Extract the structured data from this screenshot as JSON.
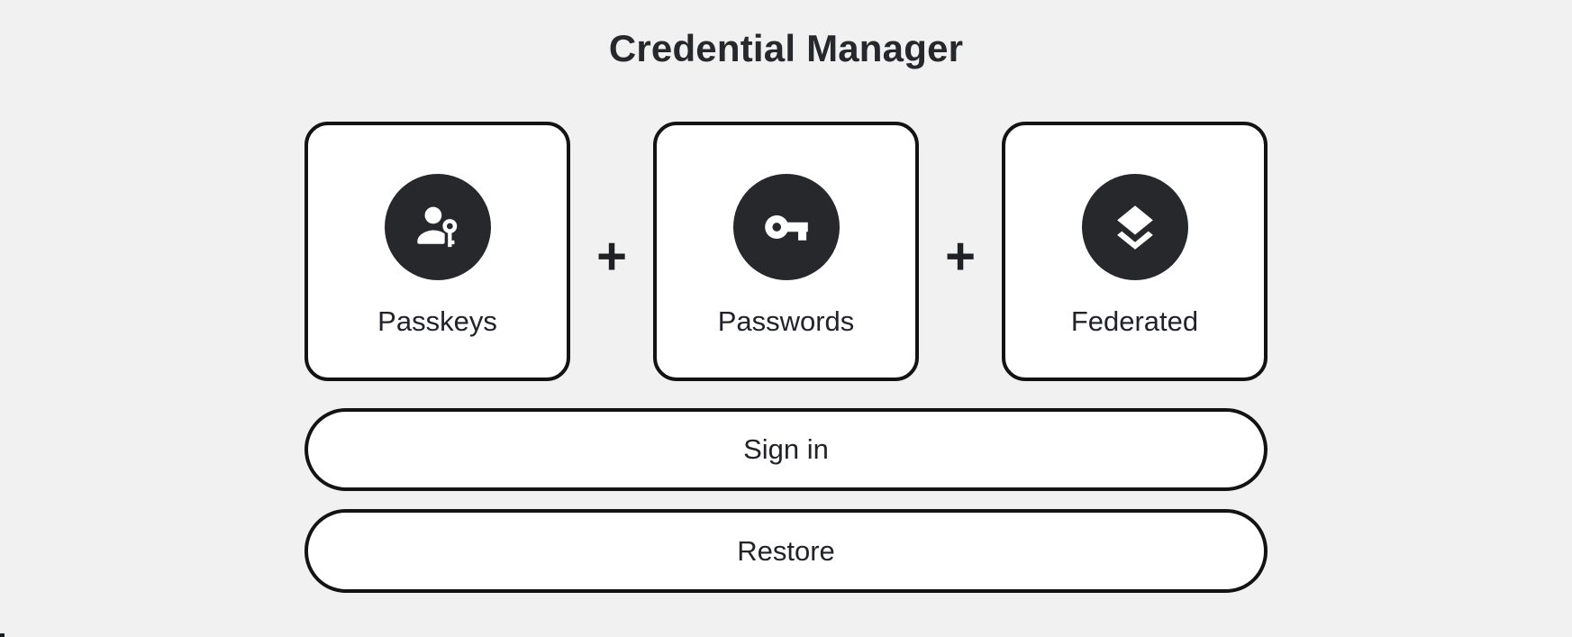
{
  "page": {
    "title": "Credential Manager"
  },
  "cards": [
    {
      "label": "Passkeys",
      "icon": "passkey-icon"
    },
    {
      "label": "Passwords",
      "icon": "key-icon"
    },
    {
      "label": "Federated",
      "icon": "layers-icon"
    }
  ],
  "separator": "+",
  "buttons": [
    {
      "label": "Sign in"
    },
    {
      "label": "Restore"
    }
  ],
  "colors": {
    "background": "#f1f1f2",
    "surface": "#ffffff",
    "border": "#131316",
    "icon_circle": "#26282c",
    "text": "#212328",
    "title_text": "#26282c"
  }
}
